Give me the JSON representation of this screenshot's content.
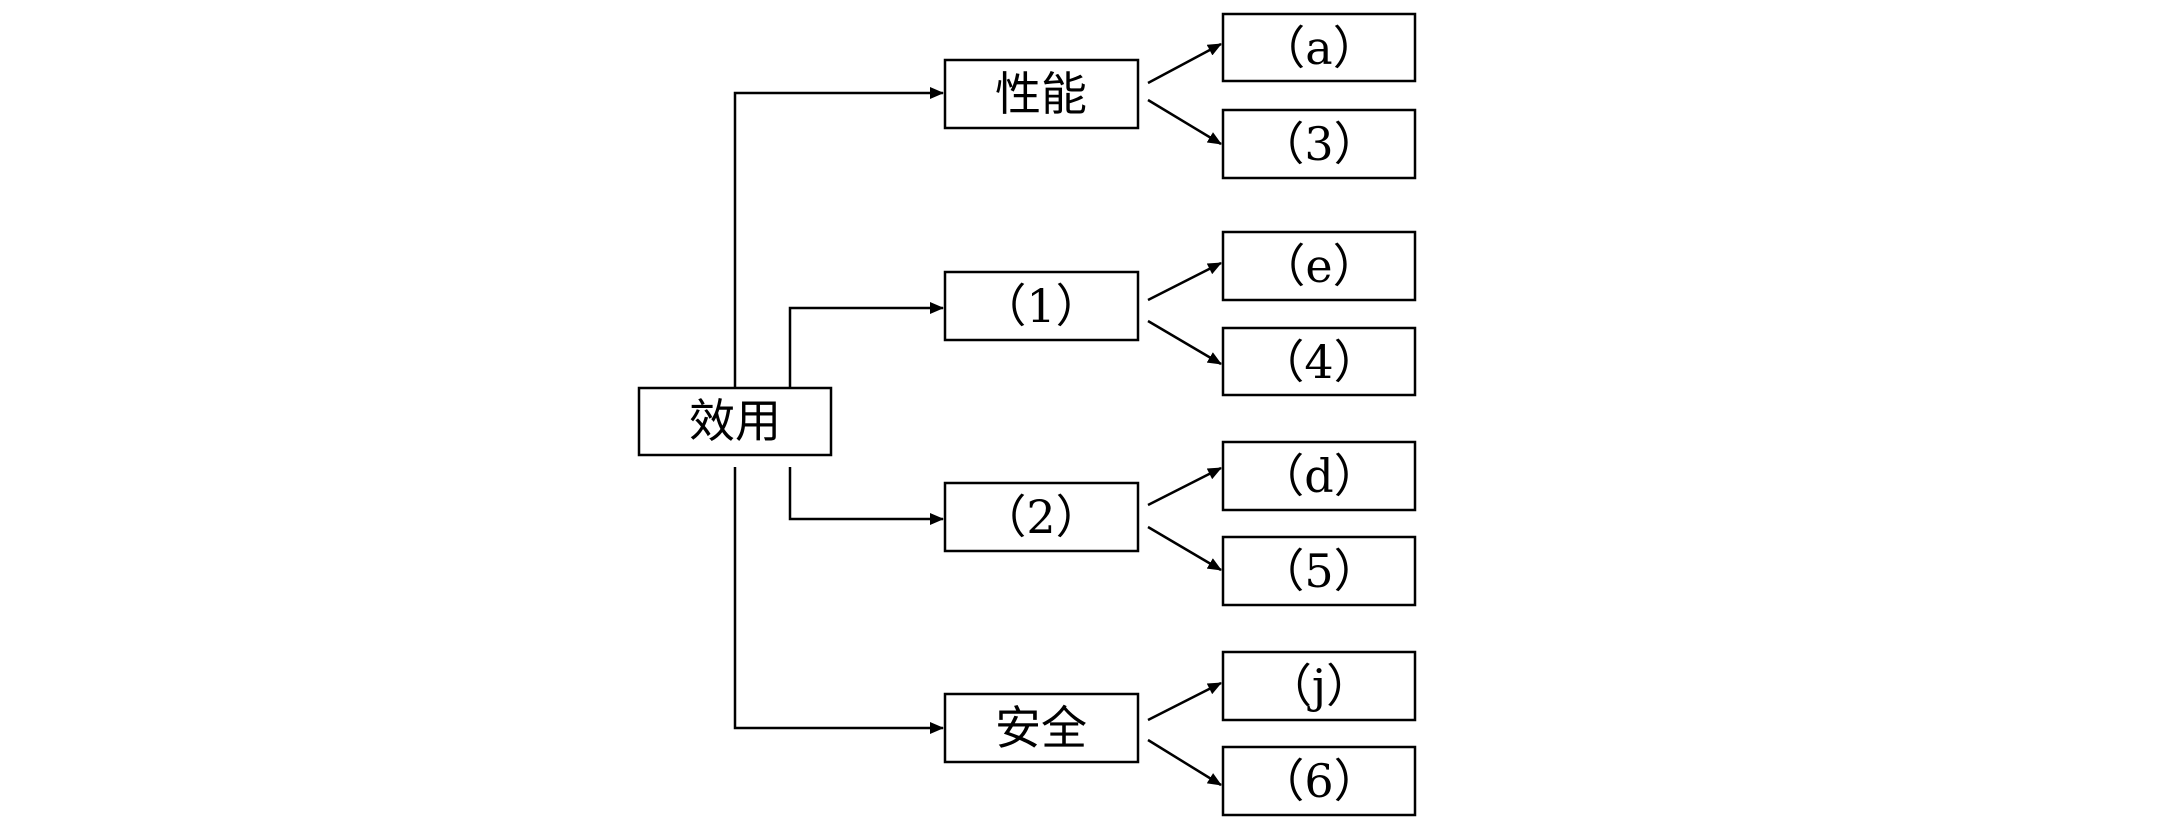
{
  "root": {
    "label": "效用"
  },
  "branches": [
    {
      "label": "性能",
      "children": [
        "（a）",
        "（3）"
      ]
    },
    {
      "label": "（1）",
      "children": [
        "（e）",
        "（4）"
      ]
    },
    {
      "label": "（2）",
      "children": [
        "（d）",
        "（5）"
      ]
    },
    {
      "label": "安全",
      "children": [
        "（j）",
        "（6）"
      ]
    }
  ],
  "colors": {
    "stroke": "#000000",
    "background": "#ffffff"
  }
}
